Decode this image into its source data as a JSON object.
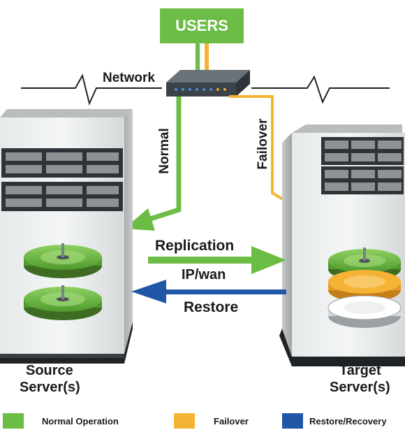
{
  "users": {
    "label": "USERS"
  },
  "network": {
    "label": "Network"
  },
  "paths": {
    "normal": "Normal",
    "failover": "Failover"
  },
  "arrows": {
    "replication": "Replication",
    "ipwan": "IP/wan",
    "restore": "Restore"
  },
  "servers": {
    "source": {
      "line1": "Source",
      "line2": "Server(s)"
    },
    "target": {
      "line1": "Target",
      "line2": "Server(s)"
    }
  },
  "legend": [
    {
      "label": "Normal Operation",
      "color": "#6cbd45"
    },
    {
      "label": "Failover",
      "color": "#f5b335"
    },
    {
      "label": "Restore/Recovery",
      "color": "#1f56a5"
    }
  ],
  "colors": {
    "normal": "#6cbd45",
    "failover": "#f5b335",
    "restore": "#1f56a5"
  },
  "icons": [
    "router-icon",
    "server-tower-icon",
    "disk-stack-icon"
  ]
}
